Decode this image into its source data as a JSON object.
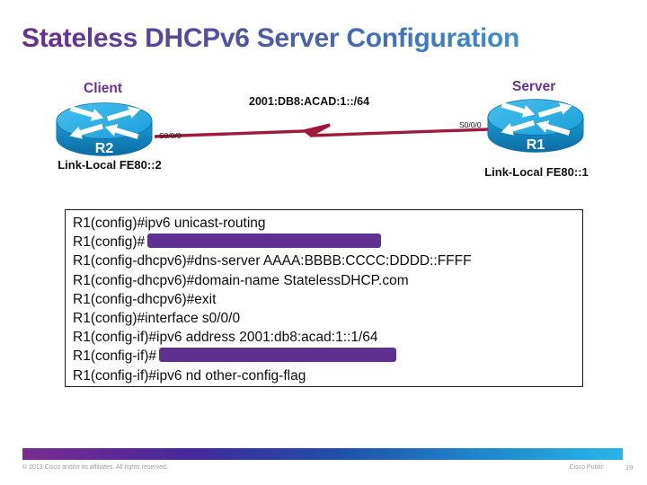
{
  "slide": {
    "title": "Stateless DHCPv6 Server Configuration"
  },
  "topology": {
    "client_label": "Client",
    "server_label": "Server",
    "network_prefix": "2001:DB8:ACAD:1::/64",
    "client_router": {
      "hostname": "R2",
      "interface": "S0/0/0",
      "link_local": "Link-Local FE80::2",
      "icon": "cisco-router-icon"
    },
    "server_router": {
      "hostname": "R1",
      "interface": "S0/0/0",
      "link_local": "Link-Local FE80::1",
      "icon": "cisco-router-icon"
    }
  },
  "cli": {
    "lines": [
      {
        "text": "R1(config)#ipv6 unicast-routing",
        "redacted": false
      },
      {
        "text": "R1(config)#",
        "redacted": true
      },
      {
        "text": "R1(config-dhcpv6)#dns-server AAAA:BBBB:CCCC:DDDD::FFFF",
        "redacted": false
      },
      {
        "text": "R1(config-dhcpv6)#domain-name StatelessDHCP.com",
        "redacted": false
      },
      {
        "text": "R1(config-dhcpv6)#exit",
        "redacted": false
      },
      {
        "text": "R1(config)#interface s0/0/0",
        "redacted": false
      },
      {
        "text": "R1(config-if)#ipv6 address 2001:db8:acad:1::1/64",
        "redacted": false
      },
      {
        "text": "R1(config-if)#",
        "redacted": true
      },
      {
        "text": "R1(config-if)#ipv6 nd other-config-flag",
        "redacted": false
      }
    ]
  },
  "footer": {
    "copyright": "© 2013 Cisco and/or its affiliates. All rights reserved.",
    "classification": "Cisco Public",
    "page_number": "19"
  },
  "colors": {
    "title_gradient_start": "#6a2c90",
    "title_gradient_end": "#3fa9dc",
    "role_label": "#6a3091",
    "serial_link": "#9e1b3c",
    "redaction_box": "#5e3191",
    "router_top": "#2fb5ec",
    "router_side": "#1287c4",
    "footer_bar_start": "#7a2c8f",
    "footer_bar_end": "#29b5e8"
  }
}
